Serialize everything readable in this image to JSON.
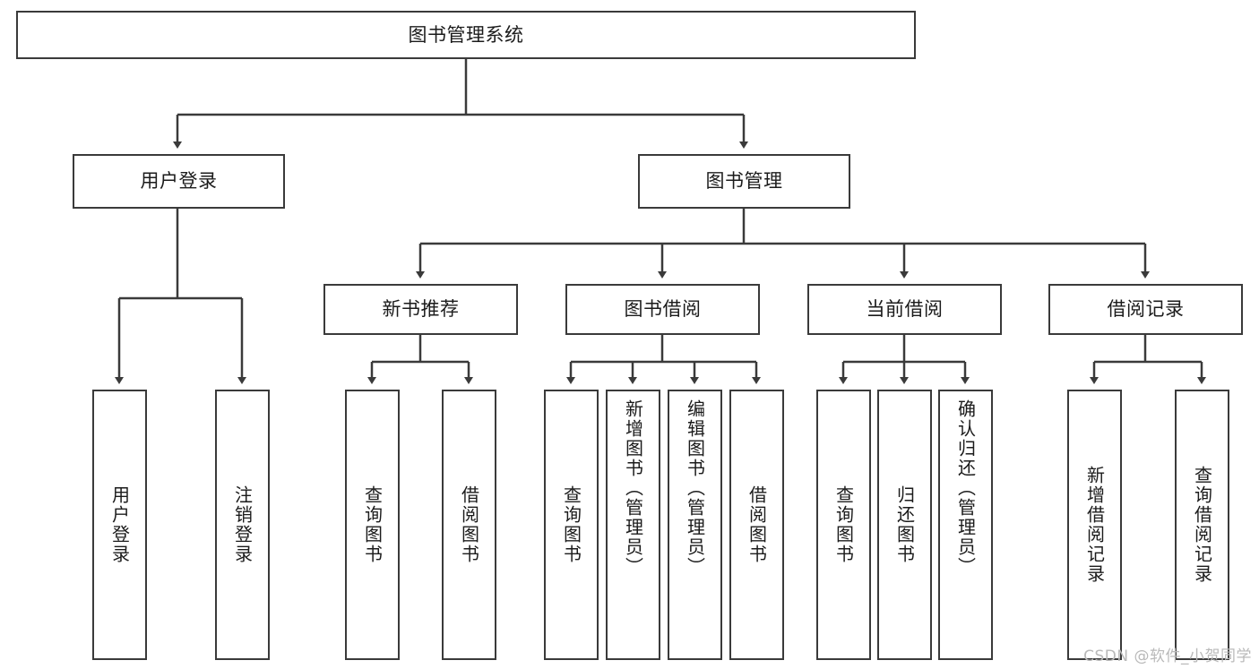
{
  "diagram": {
    "title": "图书管理系统",
    "type": "tree",
    "watermark": "CSDN @软件_小贺同学",
    "colors": {
      "box_border": "#3a3a3a",
      "box_fill": "#ffffff",
      "line": "#3a3a3a",
      "text": "#1b1b1b",
      "watermark": "#b9b9b9"
    },
    "root": {
      "label": "图书管理系统"
    },
    "level2": [
      {
        "label": "用户登录"
      },
      {
        "label": "图书管理"
      }
    ],
    "level3": [
      {
        "label": "新书推荐"
      },
      {
        "label": "图书借阅"
      },
      {
        "label": "当前借阅"
      },
      {
        "label": "借阅记录"
      }
    ],
    "leaves": {
      "user_login": [
        {
          "label": "用户登录"
        },
        {
          "label": "注销登录"
        }
      ],
      "new_book_recommend": [
        {
          "label": "查询图书"
        },
        {
          "label": "借阅图书"
        }
      ],
      "book_borrow": [
        {
          "label": "查询图书"
        },
        {
          "label": "新增图书（管理员）"
        },
        {
          "label": "编辑图书（管理员）"
        },
        {
          "label": "借阅图书"
        }
      ],
      "current_borrow": [
        {
          "label": "查询图书"
        },
        {
          "label": "归还图书"
        },
        {
          "label": "确认归还（管理员）"
        }
      ],
      "borrow_record": [
        {
          "label": "新增借阅记录"
        },
        {
          "label": "查询借阅记录"
        }
      ]
    }
  }
}
